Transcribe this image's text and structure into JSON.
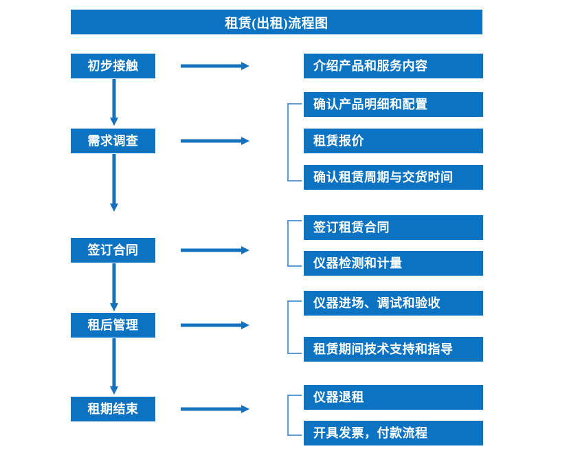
{
  "diagram": {
    "title": "租赁(出租)流程图",
    "colors": {
      "box_fill": "#0c73c2",
      "box_text": "#ffffff",
      "arrow": "#1471bd",
      "bracket": "#5b9bd5",
      "background": "#ffffff"
    },
    "stages": [
      {
        "id": "stage-1",
        "label": "初步接触",
        "details": [
          "介绍产品和服务内容"
        ],
        "has_bracket": false,
        "has_down_arrow": true
      },
      {
        "id": "stage-2",
        "label": "需求调查",
        "details": [
          "确认产品明细和配置",
          "租赁报价",
          "确认租赁周期与交货时间"
        ],
        "has_bracket": true,
        "has_down_arrow": true
      },
      {
        "id": "stage-3",
        "label": "签订合同",
        "details": [
          "签订租赁合同",
          "仪器检测和计量"
        ],
        "has_bracket": true,
        "has_down_arrow": true
      },
      {
        "id": "stage-4",
        "label": "租后管理",
        "details": [
          "仪器进场、调试和验收",
          "租赁期间技术支持和指导"
        ],
        "has_bracket": true,
        "has_down_arrow": true
      },
      {
        "id": "stage-5",
        "label": "租期结束",
        "details": [
          "仪器退租",
          "开具发票，付款流程"
        ],
        "has_bracket": true,
        "has_down_arrow": false
      }
    ],
    "detail_labels": {
      "d1_1": "介绍产品和服务内容",
      "d2_1": "确认产品明细和配置",
      "d2_2": "租赁报价",
      "d2_3": "确认租赁周期与交货时间",
      "d3_1": "签订租赁合同",
      "d3_2": "仪器检测和计量",
      "d4_1": "仪器进场、调试和验收",
      "d4_2": "租赁期间技术支持和指导",
      "d5_1": "仪器退租",
      "d5_2": "开具发票，付款流程"
    },
    "stage_labels": {
      "s1": "初步接触",
      "s2": "需求调查",
      "s3": "签订合同",
      "s4": "租后管理",
      "s5": "租期结束"
    }
  }
}
